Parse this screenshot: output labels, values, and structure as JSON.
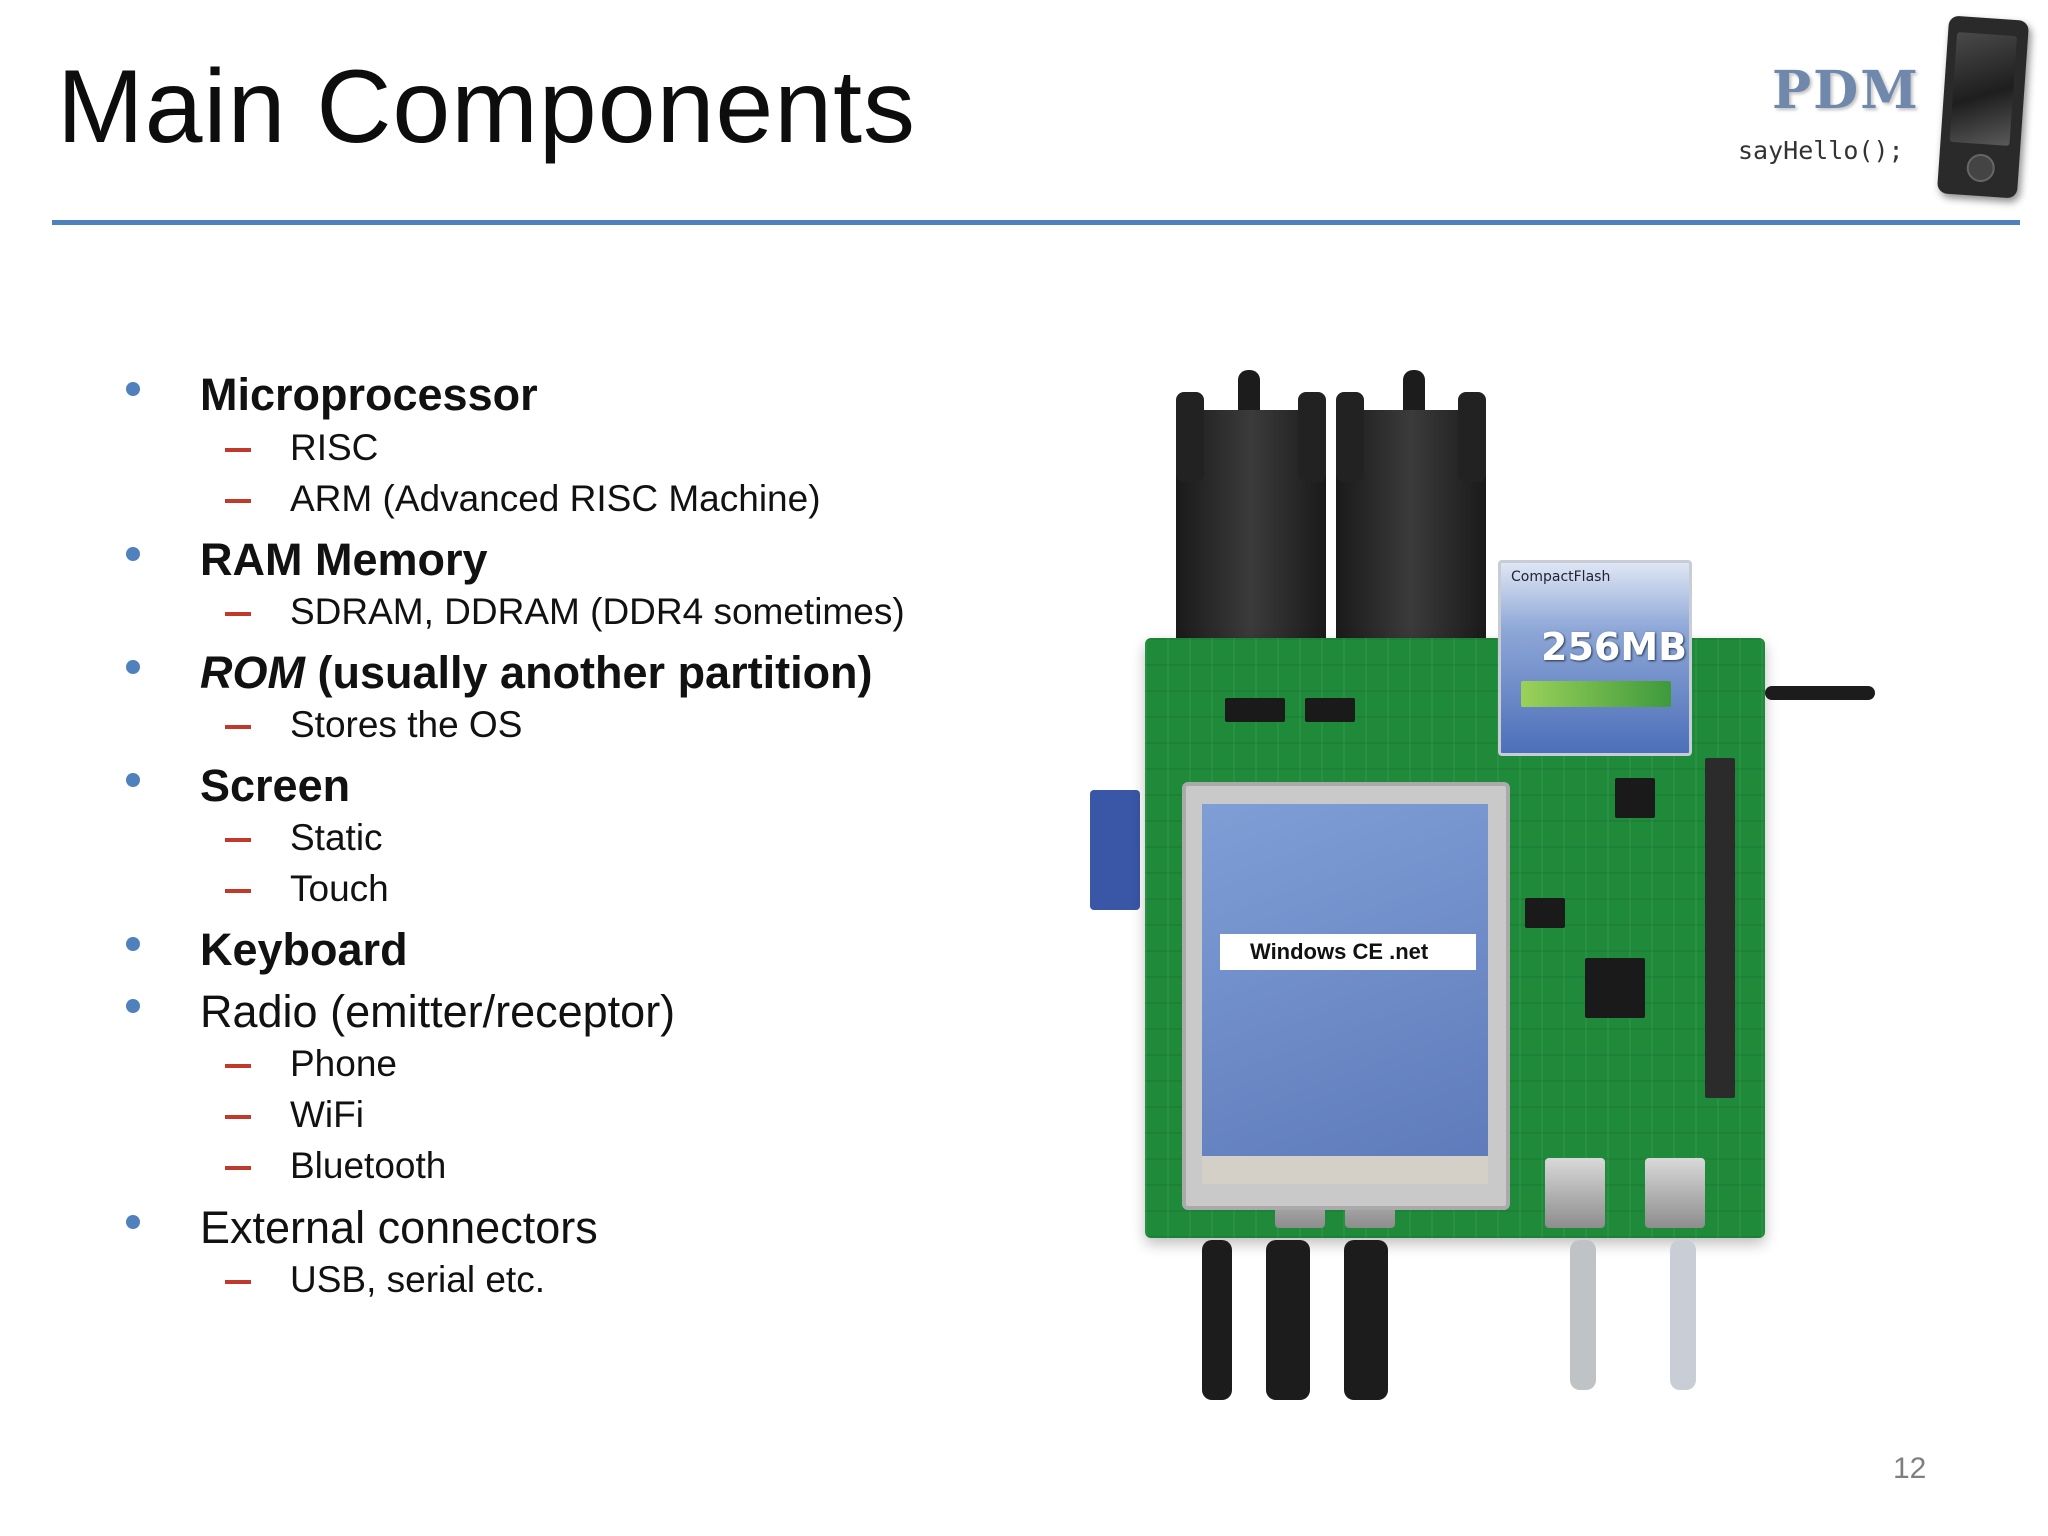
{
  "slide": {
    "title": "Main Components",
    "page_number": "12"
  },
  "logo": {
    "brand": "PDM",
    "tagline": "sayHello();"
  },
  "bullets": [
    {
      "text": "Microprocessor",
      "bold": true,
      "sub": [
        "RISC",
        "ARM (Advanced RISC Machine)"
      ]
    },
    {
      "text": "RAM Memory",
      "bold": true,
      "sub": [
        "SDRAM, DDRAM (DDR4 sometimes)"
      ]
    },
    {
      "text_italic": "ROM",
      "text_rest": " (usually another partition)",
      "bold": true,
      "sub": [
        "Stores the OS"
      ]
    },
    {
      "text": "Screen",
      "bold": true,
      "sub": [
        "Static",
        "Touch"
      ]
    },
    {
      "text": "Keyboard",
      "bold": true,
      "sub": []
    },
    {
      "text": "Radio (emitter/receptor)",
      "bold": false,
      "sub": [
        "Phone",
        "WiFi",
        "Bluetooth"
      ]
    },
    {
      "text": "External connectors",
      "bold": false,
      "sub": [
        "USB, serial etc."
      ]
    }
  ],
  "board_image": {
    "cf_card_label": "CompactFlash",
    "cf_card_size": "256MB",
    "screen_os": "Windows CE .net"
  },
  "colors": {
    "accent_blue": "#4f81bd",
    "dash_red": "#c0392b"
  }
}
